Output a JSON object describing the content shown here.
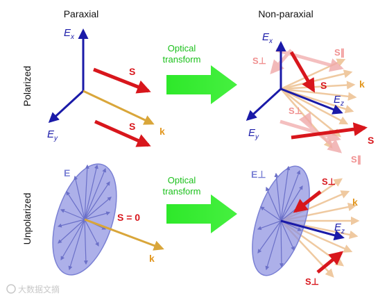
{
  "headers": {
    "paraxial": "Paraxial",
    "nonparaxial": "Non-paraxial"
  },
  "rows": {
    "polarized": "Polarized",
    "unpolarized": "Unpolarized"
  },
  "transform": {
    "line1": "Optical",
    "line2": "transform"
  },
  "axes": {
    "ex": "E",
    "ex_sub": "x",
    "ey": "E",
    "ey_sub": "y",
    "ez": "E",
    "ez_sub": "z"
  },
  "vectors": {
    "s": "S",
    "k": "k",
    "s_perp": "S⊥",
    "s_par": "S∥",
    "s_zero": "S = 0",
    "e": "E",
    "e_perp": "E⊥"
  },
  "watermark": "大数据文摘",
  "colors": {
    "axis_blue": "#1a1aa8",
    "poynting_red": "#d8161c",
    "wavevector_orange": "#d9a63a",
    "arrow_green": "#3ee83a",
    "disk_blue": "#8a8fe0"
  }
}
